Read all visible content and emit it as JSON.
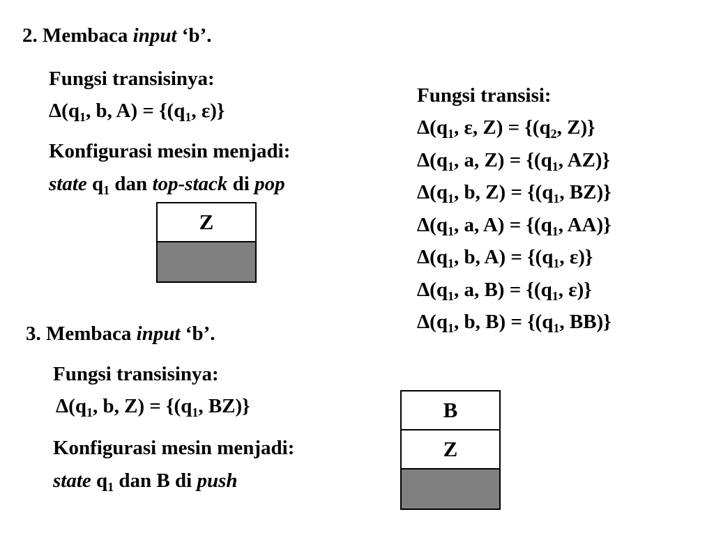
{
  "step2": {
    "number": "2.",
    "verb": "Membaca",
    "input_word": "input",
    "symbol": "‘b’.",
    "func_label": "Fungsi transisinya:",
    "func": {
      "lhs": "Δ(q",
      "q1": "1",
      "args": ", b, A) = {(q",
      "q2": "1",
      "rest": ", ε)}"
    },
    "config_label": "Konfigurasi mesin menjadi:",
    "config": {
      "state_word": "state",
      "q": "q",
      "q_sub": "1",
      "mid": "dan",
      "stack_word": "top-stack",
      "di": "di",
      "action": "pop"
    },
    "stack": [
      "Z"
    ]
  },
  "transitions": {
    "title": "Fungsi transisi:",
    "rules": [
      {
        "a": "Δ(q",
        "s1": "1",
        "b": ", ε, Z) = {(q",
        "s2": "2",
        "c": ", Z)}"
      },
      {
        "a": "Δ(q",
        "s1": "1",
        "b": ", a, Z) = {(q",
        "s2": "1",
        "c": ", AZ)}"
      },
      {
        "a": "Δ(q",
        "s1": "1",
        "b": ", b, Z) = {(q",
        "s2": "1",
        "c": ", BZ)}"
      },
      {
        "a": "Δ(q",
        "s1": "1",
        "b": ", a, A) = {(q",
        "s2": "1",
        "c": ", AA)}"
      },
      {
        "a": "Δ(q",
        "s1": "1",
        "b": ", b, A) = {(q",
        "s2": "1",
        "c": ", ε)}"
      },
      {
        "a": "Δ(q",
        "s1": "1",
        "b": ", a, B) = {(q",
        "s2": "1",
        "c": ", ε)}"
      },
      {
        "a": "Δ(q",
        "s1": "1",
        "b": ", b, B) = {(q",
        "s2": "1",
        "c": ", BB)}"
      }
    ]
  },
  "step3": {
    "number": "3.",
    "verb": "Membaca",
    "input_word": "input",
    "symbol": "‘b’.",
    "func_label": "Fungsi transisinya:",
    "func": {
      "lhs": "Δ(q",
      "q1": "1",
      "args": ", b, Z) = {(q",
      "q2": "1",
      "rest": ", BZ)}"
    },
    "config_label": "Konfigurasi mesin menjadi:",
    "config": {
      "state_word": "state",
      "q": "q",
      "q_sub": "1",
      "mid": "dan B di",
      "action": "push"
    },
    "stack": [
      "B",
      "Z"
    ]
  }
}
